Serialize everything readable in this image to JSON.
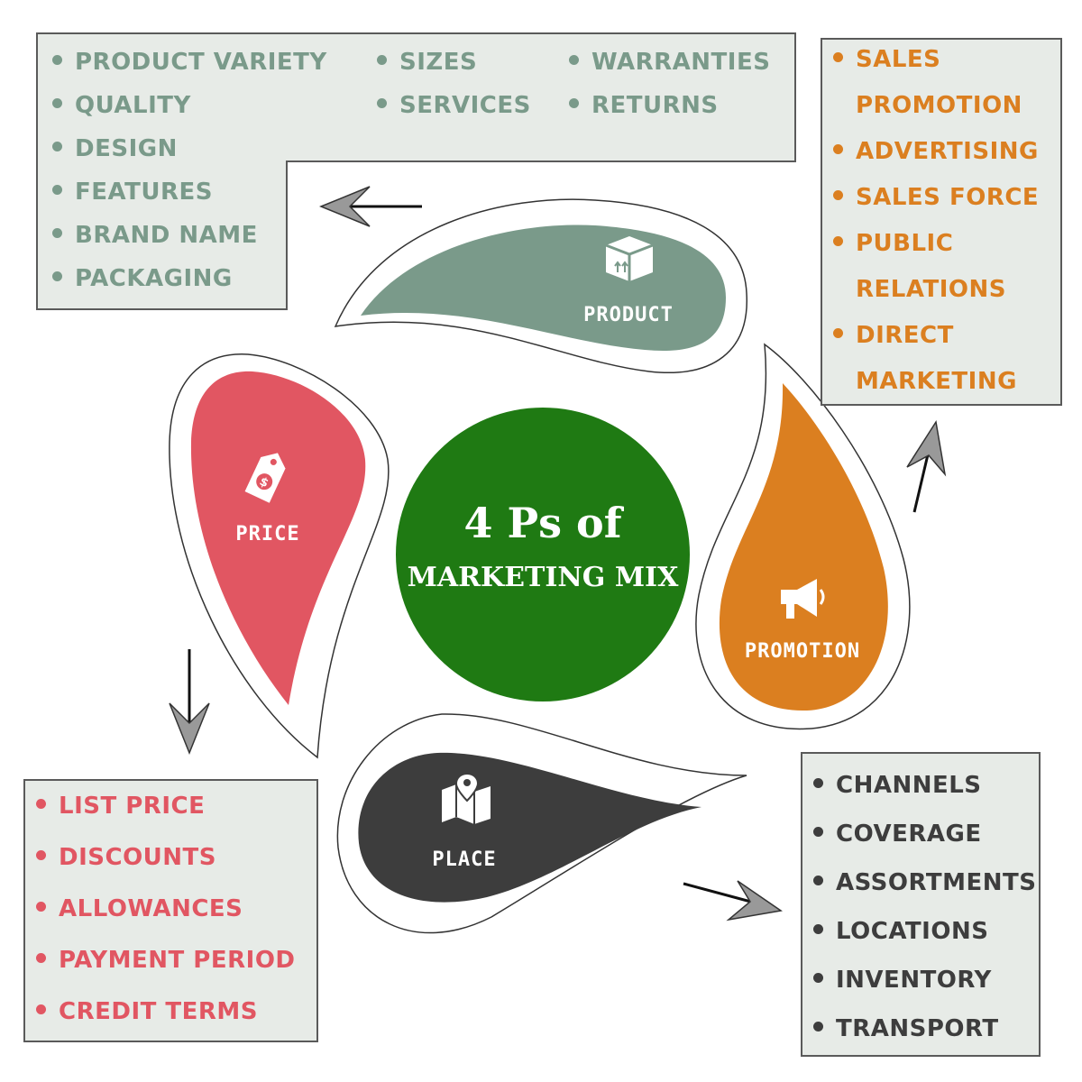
{
  "center": {
    "line1": "4 Ps of",
    "line2": "MARKETING MIX"
  },
  "petals": {
    "product": {
      "label": "PRODUCT",
      "color": "#7a9a8a",
      "icon": "box-icon"
    },
    "price": {
      "label": "PRICE",
      "color": "#e15662",
      "icon": "price-tag-icon",
      "tag_symbol": "$"
    },
    "promotion": {
      "label": "PROMOTION",
      "color": "#db7f20",
      "icon": "megaphone-icon"
    },
    "place": {
      "label": "PLACE",
      "color": "#3d3d3d",
      "icon": "map-pin-icon"
    }
  },
  "center_color": "#1f7a13",
  "product_list": {
    "col1": [
      "PRODUCT VARIETY",
      "QUALITY",
      "DESIGN",
      "FEATURES",
      "BRAND NAME",
      "PACKAGING"
    ],
    "col2": [
      "SIZES",
      "SERVICES"
    ],
    "col3": [
      "WARRANTIES",
      "RETURNS"
    ]
  },
  "promotion_list": [
    [
      "SALES",
      "PROMOTION"
    ],
    [
      "ADVERTISING"
    ],
    [
      "SALES FORCE"
    ],
    [
      "PUBLIC",
      "RELATIONS"
    ],
    [
      "DIRECT",
      "MARKETING"
    ]
  ],
  "price_list": [
    "LIST PRICE",
    "DISCOUNTS",
    "ALLOWANCES",
    "PAYMENT PERIOD",
    "CREDIT TERMS"
  ],
  "place_list": [
    "CHANNELS",
    "COVERAGE",
    "ASSORTMENTS",
    "LOCATIONS",
    "INVENTORY",
    "TRANSPORT"
  ]
}
